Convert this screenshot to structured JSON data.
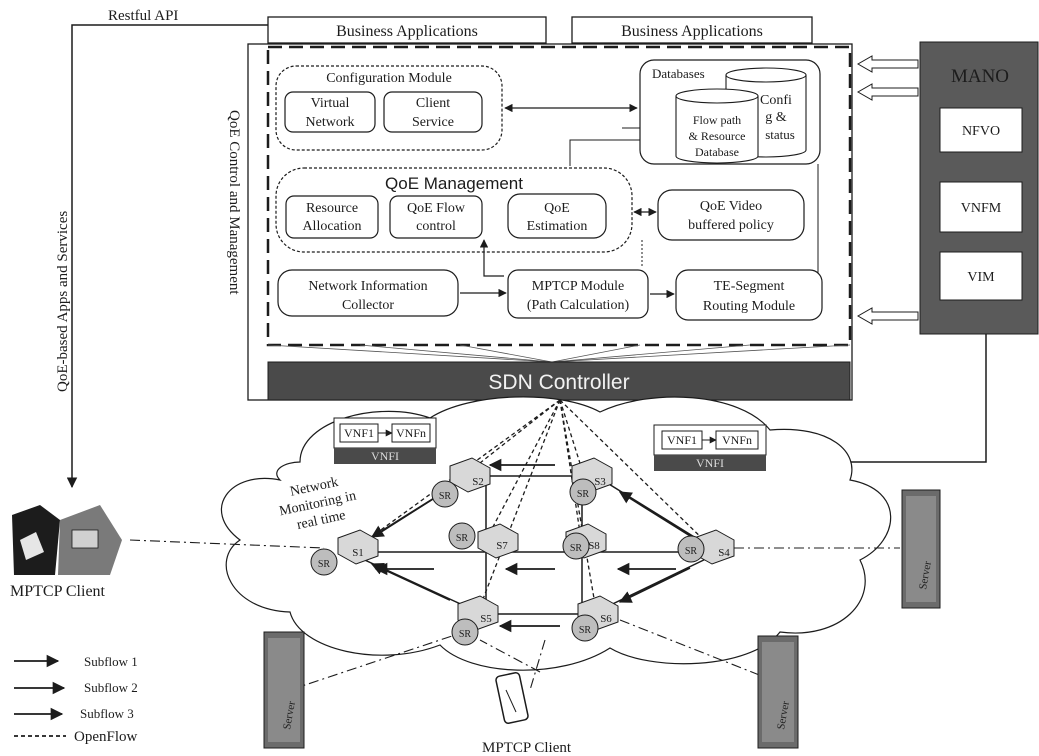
{
  "top": {
    "restful_api": "Restful API",
    "business_app_1": "Business Applications",
    "business_app_2": "Business Applications"
  },
  "side_labels": {
    "qoe_apps": "QoE-based Apps and Services",
    "qoe_control": "QoE Control and Management"
  },
  "configuration": {
    "title": "Configuration Module",
    "virtual_network": [
      "Virtual",
      "Network"
    ],
    "client_service": [
      "Client",
      "Service"
    ]
  },
  "databases": {
    "title": "Databases",
    "flow_db": [
      "Flow path",
      "& Resource",
      "Database"
    ],
    "config_db": [
      "Confi",
      "g &",
      "status"
    ]
  },
  "qoe_management": {
    "title": "QoE Management",
    "resource_allocation": [
      "Resource",
      "Allocation"
    ],
    "flow_control": [
      "QoE Flow",
      "control"
    ],
    "estimation": [
      "QoE",
      "Estimation"
    ]
  },
  "video_policy": [
    "QoE Video",
    "buffered policy"
  ],
  "network_info": [
    "Network Information",
    "Collector"
  ],
  "mptcp_module": [
    "MPTCP Module",
    "(Path Calculation)"
  ],
  "te_segment": [
    "TE-Segment",
    "Routing Module"
  ],
  "mano": {
    "title": "MANO",
    "nfvo": "NFVO",
    "vnfm": "VNFM",
    "vim": "VIM"
  },
  "sdn_controller": "SDN Controller",
  "vnf_left": {
    "vnf1": "VNF1",
    "vnfn": "VNFn",
    "label": "VNFI"
  },
  "vnf_right": {
    "vnf1": "VNF1",
    "vnfn": "VNFn",
    "label": "VNFI"
  },
  "network_monitoring": [
    "Network",
    "Monitoring in",
    "real time"
  ],
  "switches": [
    "S1",
    "S2",
    "S3",
    "S4",
    "S5",
    "S6",
    "S7",
    "S8"
  ],
  "sr_label": "SR",
  "server_label": "Server",
  "clients": {
    "left": "MPTCP Client",
    "bottom": "MPTCP Client"
  },
  "legend": [
    {
      "label": "Subflow 1",
      "style": "solid"
    },
    {
      "label": "Subflow 2",
      "style": "solid"
    },
    {
      "label": "Subflow 3",
      "style": "solid"
    },
    {
      "label": "OpenFlow",
      "style": "dashed"
    }
  ],
  "colors": {
    "ink": "#1c1c1c",
    "dark_bar": "#4a4a4a",
    "mano_bg": "#5a5a5a",
    "switch_fill": "#d8d8d8",
    "sr_fill": "#bdbdbd",
    "cloud_fill": "#ffffff"
  }
}
